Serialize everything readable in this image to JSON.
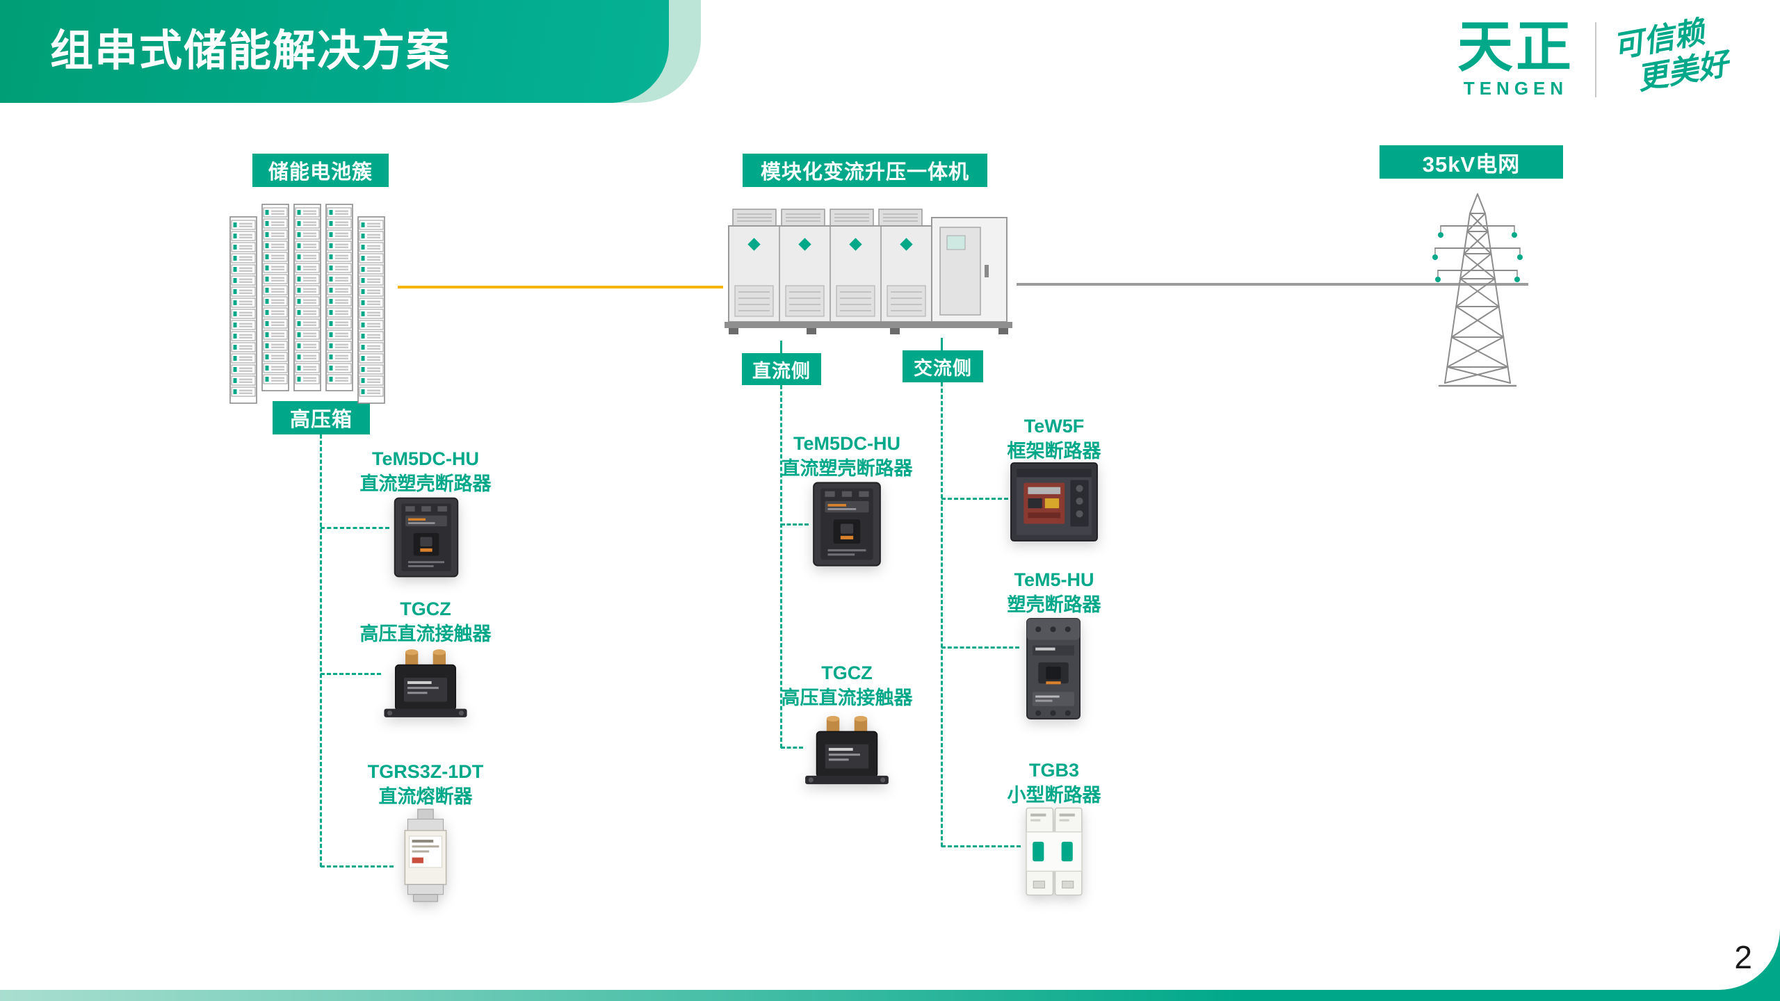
{
  "page": {
    "title": "组串式储能解决方案",
    "page_number": "2"
  },
  "brand": {
    "logo_zh": "天正",
    "logo_en": "TENGEN",
    "slogan_line1": "可信赖",
    "slogan_line2": "更美好"
  },
  "diagram": {
    "nodes": {
      "battery": {
        "label": "储能电池簇"
      },
      "hv_box": {
        "label": "高压箱"
      },
      "pcs": {
        "label": "模块化变流升压一体机"
      },
      "dc_side": {
        "label": "直流侧"
      },
      "ac_side": {
        "label": "交流侧"
      },
      "grid": {
        "label": "35kV电网"
      }
    },
    "chains": {
      "hv_box_products": [
        {
          "model": "TeM5DC-HU",
          "name": "直流塑壳断路器"
        },
        {
          "model": "TGCZ",
          "name": "高压直流接触器"
        },
        {
          "model": "TGRS3Z-1DT",
          "name": "直流熔断器"
        }
      ],
      "dc_products": [
        {
          "model": "TeM5DC-HU",
          "name": "直流塑壳断路器"
        },
        {
          "model": "TGCZ",
          "name": "高压直流接触器"
        }
      ],
      "ac_products": [
        {
          "model": "TeW5F",
          "name": "框架断路器"
        },
        {
          "model": "TeM5-HU",
          "name": "塑壳断路器"
        },
        {
          "model": "TGB3",
          "name": "小型断路器"
        }
      ]
    }
  },
  "colors": {
    "accent": "#00A88A",
    "accent_light": "#BCE4D7",
    "line_yellow": "#F7B500",
    "line_gray": "#9C9C9C"
  }
}
